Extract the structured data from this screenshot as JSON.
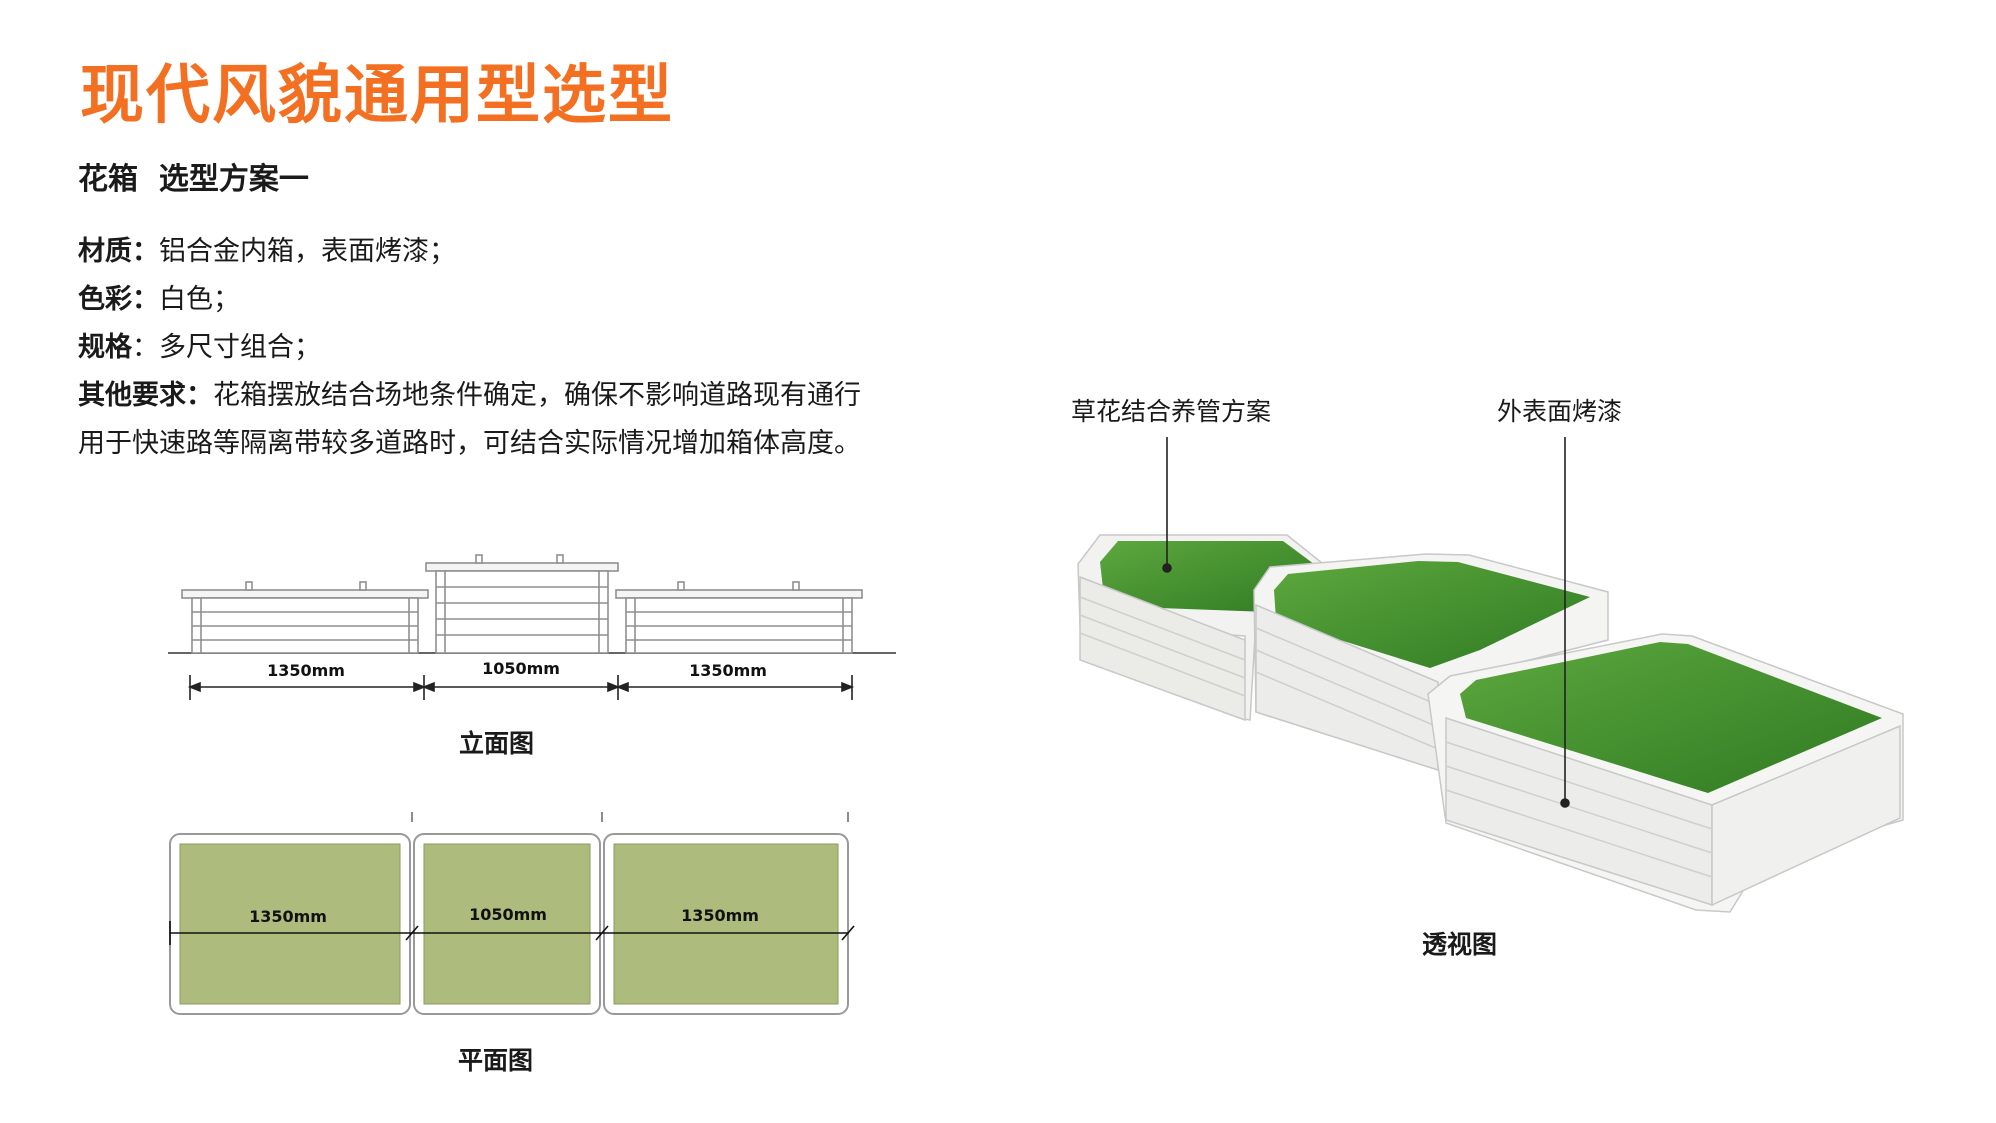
{
  "page": {
    "title": "现代风貌通用型选型",
    "subtitle": "花箱  选型方案一",
    "accent_color": "#f36f21"
  },
  "specs": [
    {
      "label": "材质：",
      "value": "铝合金内箱，表面烤漆；"
    },
    {
      "label": "色彩：",
      "value": "白色；"
    },
    {
      "label": "规格",
      "value": "：多尺寸组合；"
    },
    {
      "label": "其他要求：",
      "value": "花箱摆放结合场地条件确定，确保不影响道路现有通行"
    },
    {
      "label": "",
      "value": "用于快速路等隔离带较多道路时，可结合实际情况增加箱体高度。"
    }
  ],
  "elevation": {
    "caption": "立面图",
    "dims": [
      "1350mm",
      "1050mm",
      "1350mm"
    ]
  },
  "plan": {
    "caption": "平面图",
    "dims": [
      "1350mm",
      "1050mm",
      "1350mm"
    ],
    "fill_color": "#adbc7d"
  },
  "perspective": {
    "caption": "透视图",
    "callout_left": "草花结合养管方案",
    "callout_right": "外表面烤漆",
    "grass_color": "#3f8a2a"
  }
}
